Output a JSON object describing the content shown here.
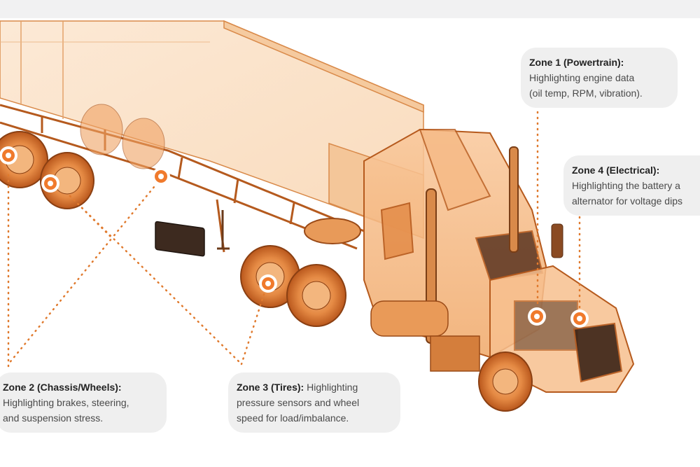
{
  "colors": {
    "accent": "#e8742a",
    "truck_fill": "#f6c79b",
    "truck_stroke": "#c9651f",
    "marker_ring": "#f07a2c",
    "card_bg": "#efefef"
  },
  "zones": [
    {
      "id": "zone-1",
      "title": "Zone 1 (Powertrain):",
      "desc_lines": [
        "Highlighting engine data",
        "(oil temp, RPM, vibration)."
      ]
    },
    {
      "id": "zone-4",
      "title": "Zone 4 (Electrical):",
      "desc_lines": [
        "Highlighting the battery a",
        "alternator for voltage dips"
      ]
    },
    {
      "id": "zone-2",
      "title": "Zone 2 (Chassis/Wheels):",
      "desc_lines": [
        "Highlighting brakes, steering,",
        "and suspension stress."
      ]
    },
    {
      "id": "zone-3",
      "title": "Zone 3 (Tires):",
      "title_suffix": " Highlighting",
      "desc_lines": [
        "pressure sensors and wheel",
        "speed for load/imbalance."
      ]
    }
  ],
  "markers": [
    {
      "name": "zone-2-marker-trailer-front-wheel"
    },
    {
      "name": "zone-2-marker-trailer-rear-wheel"
    },
    {
      "name": "zone-2-marker-trailer-axle"
    },
    {
      "name": "zone-3-marker-drive-tire"
    },
    {
      "name": "zone-1-marker-engine"
    },
    {
      "name": "zone-4-marker-battery"
    }
  ]
}
